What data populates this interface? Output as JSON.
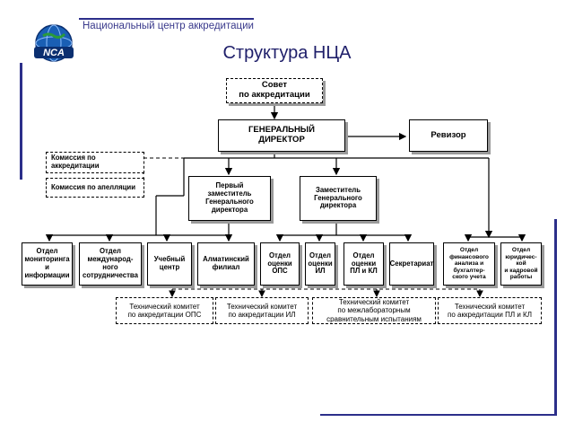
{
  "header": {
    "org_name": "Национальный центр аккредитации",
    "title": "Структура НЦА",
    "logo_text": "NCA"
  },
  "boxes": {
    "council": "Совет\nпо аккредитации",
    "director": "ГЕНЕРАЛЬНЫЙ\nДИРЕКТОР",
    "auditor": "Ревизор",
    "commission_accreditation": "Комиссия по\nаккредитации",
    "commission_appeal": "Комиссия по апелляции",
    "first_deputy": "Первый\nзаместитель\nГенерального\nдиректора",
    "deputy": "Заместитель\nГенерального\nдиректора"
  },
  "departments": [
    "Отдел\nмониторинга\nи\nинформации",
    "Отдел\nмеждународ-\nного\nсотрудничества",
    "Учебный\nцентр",
    "Алматинский\nфилиал",
    "Отдел\nоценки\nОПС",
    "Отдел\nоценки\nИЛ",
    "Отдел\nоценки\nПЛ и КЛ",
    "Секретариат",
    "Отдел\nфинансового\nанализа и\nбухгалтер-\nского учета",
    "Отдел\nюридичес-\nкой\nи кадровой\nработы"
  ],
  "committees": [
    "Технический комитет\nпо аккредитации ОПС",
    "Технический комитет\nпо аккредитации ИЛ",
    "Технический комитет\nпо межлабораторным\nсравнительным испытаниям",
    "Технический комитет\nпо аккредитации ПЛ и КЛ"
  ]
}
